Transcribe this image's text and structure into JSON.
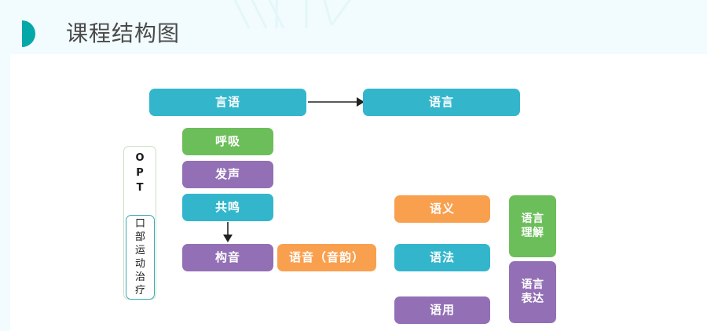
{
  "page": {
    "title": "课程结构图",
    "title_marker_color": "#05a8a8",
    "title_color": "#4a4a4a",
    "header_band_color": "#f2fbfd",
    "background_color": "#ffffff"
  },
  "palette": {
    "cyan": "#33b6cc",
    "green": "#6cbe5a",
    "purple": "#9370b5",
    "orange": "#f9a04f",
    "arrow": "#222222",
    "opt_frame_border": "#c8e2c0",
    "oral_frame_border": "#3aa8b5"
  },
  "diagram": {
    "top_row": {
      "source_label": "言语",
      "target_label": "语言",
      "arrow": "arrow-right"
    },
    "opt_panel": {
      "acronym_letters": [
        "O",
        "P",
        "T"
      ],
      "expansion_chars": [
        "口",
        "部",
        "运",
        "动",
        "治",
        "疗"
      ]
    },
    "speech_column": [
      {
        "label": "呼吸",
        "color": "green"
      },
      {
        "label": "发声",
        "color": "purple"
      },
      {
        "label": "共鸣",
        "color": "cyan"
      },
      {
        "label": "构音",
        "color": "purple"
      }
    ],
    "speech_column_arrow": "arrow-down",
    "phonology_box": {
      "label": "语音（音韵）",
      "color": "orange"
    },
    "language_column": [
      {
        "label": "语义",
        "color": "orange"
      },
      {
        "label": "语法",
        "color": "cyan"
      },
      {
        "label": "语用",
        "color": "purple"
      }
    ],
    "modality_column": [
      {
        "line1": "语言",
        "line2": "理解",
        "color": "green"
      },
      {
        "line1": "语言",
        "line2": "表达",
        "color": "purple"
      }
    ]
  }
}
